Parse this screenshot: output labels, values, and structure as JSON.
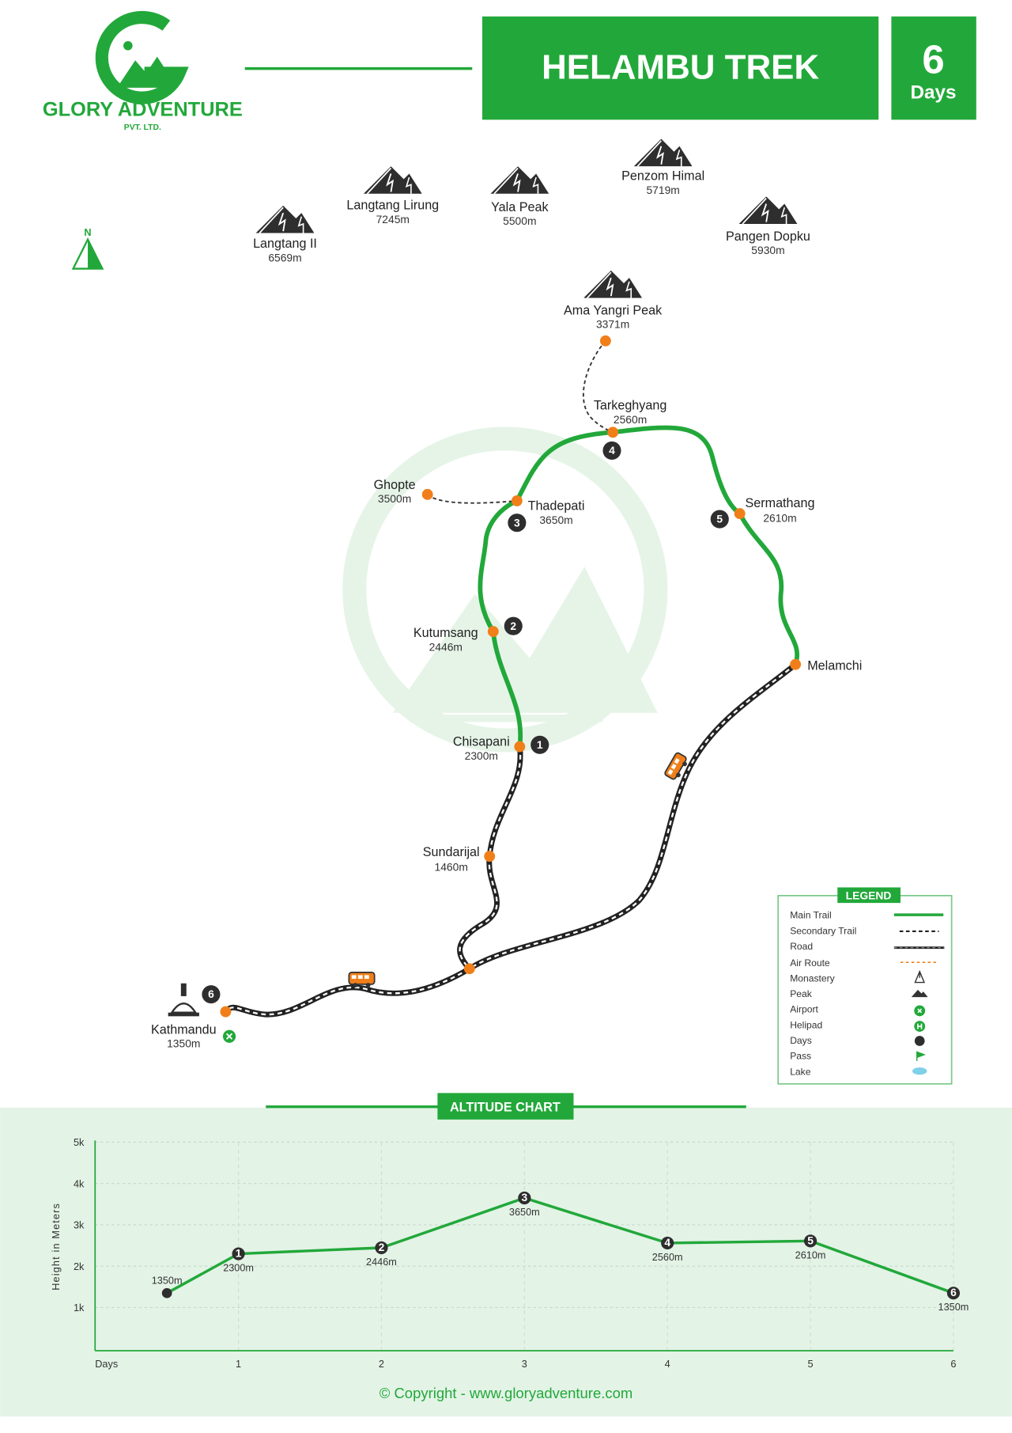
{
  "colors": {
    "brand_green": "#22a83a",
    "stop_orange": "#f07f1a",
    "day_marker": "#2e2e2e",
    "chart_bg": "#e3f3e6"
  },
  "brand": {
    "name": "GLORY ADVENTURE",
    "sub": "PVT. LTD."
  },
  "header": {
    "title": "HELAMBU TREK",
    "days_number": "6",
    "days_label": "Days"
  },
  "compass": {
    "label": "N"
  },
  "peaks": [
    {
      "name": "Langtang II",
      "altitude": "6569m"
    },
    {
      "name": "Langtang Lirung",
      "altitude": "7245m"
    },
    {
      "name": "Yala Peak",
      "altitude": "5500m"
    },
    {
      "name": "Penzom Himal",
      "altitude": "5719m"
    },
    {
      "name": "Pangen Dopku",
      "altitude": "5930m"
    },
    {
      "name": "Ama Yangri Peak",
      "altitude": "3371m"
    }
  ],
  "places": {
    "tarkeghyang": {
      "name": "Tarkeghyang",
      "altitude": "2560m",
      "day": "4"
    },
    "ghopte": {
      "name": "Ghopte",
      "altitude": "3500m"
    },
    "thadepati": {
      "name": "Thadepati",
      "altitude": "3650m",
      "day": "3"
    },
    "sermathang": {
      "name": "Sermathang",
      "altitude": "2610m",
      "day": "5"
    },
    "kutumsang": {
      "name": "Kutumsang",
      "altitude": "2446m",
      "day": "2"
    },
    "melamchi": {
      "name": "Melamchi"
    },
    "chisapani": {
      "name": "Chisapani",
      "altitude": "2300m",
      "day": "1"
    },
    "sundarijal": {
      "name": "Sundarijal",
      "altitude": "1460m"
    },
    "kathmandu": {
      "name": "Kathmandu",
      "altitude": "1350m",
      "day": "6"
    }
  },
  "legend": {
    "title": "LEGEND",
    "items": [
      "Main Trail",
      "Secondary Trail",
      "Road",
      "Air Route",
      "Monastery",
      "Peak",
      "Airport",
      "Helipad",
      "Days",
      "Pass",
      "Lake"
    ]
  },
  "chart_title": "ALTITUDE CHART",
  "chart_data": {
    "type": "line",
    "title": "ALTITUDE CHART",
    "xlabel": "Days",
    "ylabel": "Height in Meters",
    "x": [
      0.5,
      1,
      2,
      3,
      4,
      5,
      6
    ],
    "marker_labels": [
      "",
      "1",
      "2",
      "3",
      "4",
      "5",
      "6"
    ],
    "values": [
      1350,
      2300,
      2446,
      3650,
      2560,
      2610,
      1350
    ],
    "data_labels": [
      "1350m",
      "2300m",
      "2446m",
      "3650m",
      "2560m",
      "2610m",
      "1350m"
    ],
    "x_ticks": [
      "1",
      "2",
      "3",
      "4",
      "5",
      "6"
    ],
    "y_ticks": [
      "1k",
      "2k",
      "3k",
      "4k",
      "5k"
    ],
    "ylim": [
      0,
      5000
    ],
    "xlim": [
      0,
      6
    ],
    "grid": true
  },
  "footer": {
    "copyright": "© Copyright - www.gloryadventure.com"
  }
}
